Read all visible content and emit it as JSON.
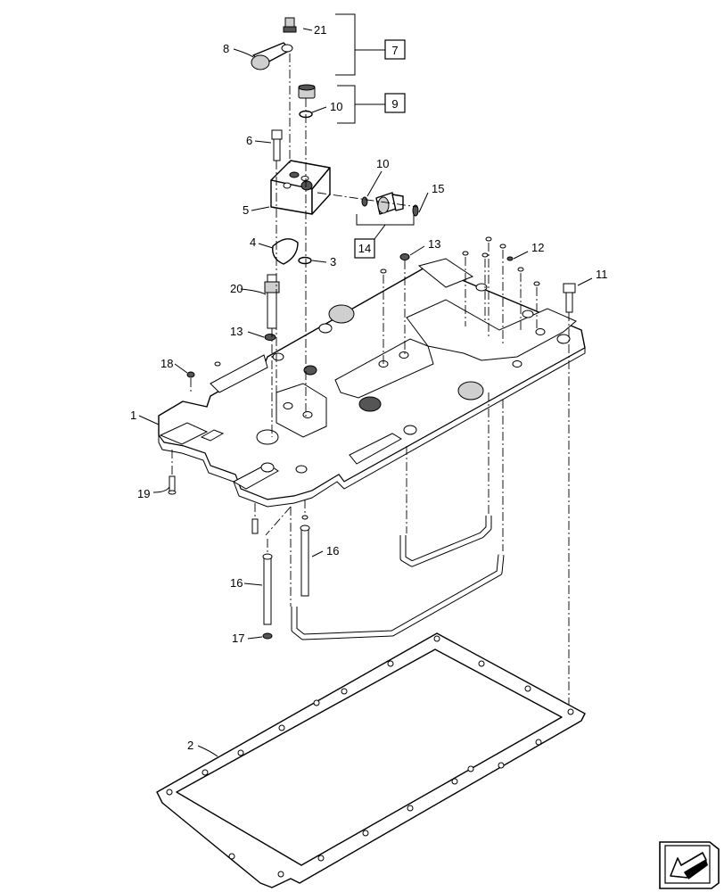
{
  "callouts": {
    "c1": "1",
    "c2": "2",
    "c3": "3",
    "c4": "4",
    "c5": "5",
    "c6": "6",
    "c8": "8",
    "c10a": "10",
    "c10b": "10",
    "c11": "11",
    "c12": "12",
    "c13a": "13",
    "c13b": "13",
    "c15": "15",
    "c16a": "16",
    "c16b": "16",
    "c17": "17",
    "c18": "18",
    "c19": "19",
    "c20": "20",
    "c21": "21"
  },
  "groups": {
    "g7": "7",
    "g9": "9",
    "g14": "14"
  },
  "icons": {
    "view_direction": "arrow-view-icon"
  }
}
